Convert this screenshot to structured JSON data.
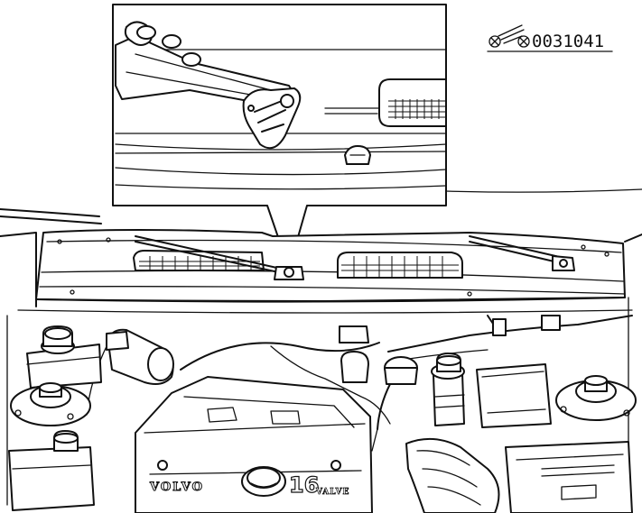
{
  "figure": {
    "reference_number": "0031041",
    "reference_icon": "drawing-reference-symbol"
  },
  "engine_cover": {
    "brand_text": "VOLVO",
    "badge_number": "16",
    "badge_word": "VALVE"
  },
  "colors": {
    "ink": "#111111",
    "paper": "#ffffff"
  }
}
